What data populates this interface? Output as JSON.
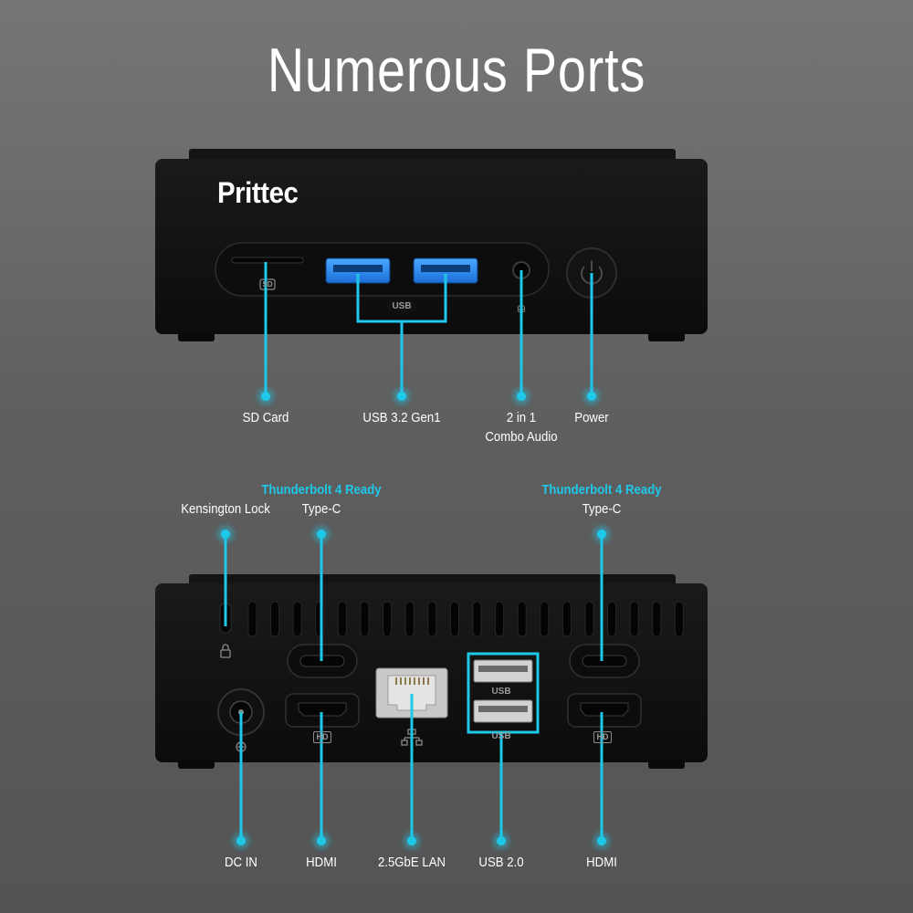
{
  "title": "Numerous Ports",
  "brand": "Prittec",
  "accent_color": "#1ec8e8",
  "front_panel": {
    "labels": {
      "sd_card": "SD Card",
      "usb32": "USB 3.2 Gen1",
      "audio_line1": "2 in 1",
      "audio_line2": "Combo Audio",
      "power": "Power"
    },
    "markings": {
      "sd": "SD",
      "usb": "USB"
    }
  },
  "rear_panel": {
    "labels": {
      "kensington": "Kensington Lock",
      "tb_left": "Thunderbolt 4 Ready",
      "typec_left": "Type-C",
      "tb_right": "Thunderbolt 4 Ready",
      "typec_right": "Type-C",
      "dc_in": "DC IN",
      "hdmi_left": "HDMI",
      "lan": "2.5GbE LAN",
      "usb20": "USB 2.0",
      "hdmi_right": "HDMI"
    },
    "markings": {
      "usb_top": "USB",
      "usb_bottom": "USB",
      "hd_left": "HD",
      "hd_right": "HD"
    }
  }
}
